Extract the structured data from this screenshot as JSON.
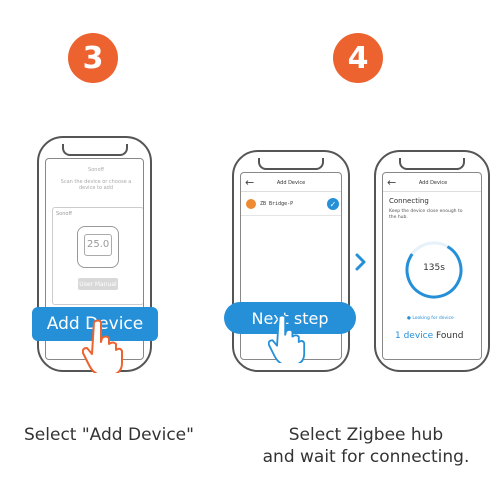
{
  "steps": [
    {
      "number": "3",
      "screen": {
        "title": "Sonoff",
        "hint": "Scan the device or choose a device to add",
        "device_brand": "Sonoff",
        "display_value": "25.0",
        "manual_button": "User Manual"
      },
      "cta_label": "Add Device",
      "caption": "Select \"Add Device\""
    },
    {
      "number": "4",
      "screen_a": {
        "title": "Add Device",
        "device_name": "ZB Bridge-P"
      },
      "screen_b": {
        "title": "Add Device",
        "status": "Connecting",
        "hint": "Keep the device close enough to the hub.",
        "timer": "135s",
        "looking": "Looking for device",
        "found_count": "1 device",
        "found_label": "Found"
      },
      "cta_label": "Next step",
      "caption_line1": "Select Zigbee hub",
      "caption_line2": "and wait for connecting."
    }
  ],
  "colors": {
    "badge": "#ec6330",
    "accent": "#2590d8",
    "device_icon": "#f08a32"
  },
  "icons": [
    "back-arrow-icon",
    "hand-pointer-icon",
    "chevron-right-icon",
    "check-circle-icon",
    "thermostat-icon"
  ]
}
